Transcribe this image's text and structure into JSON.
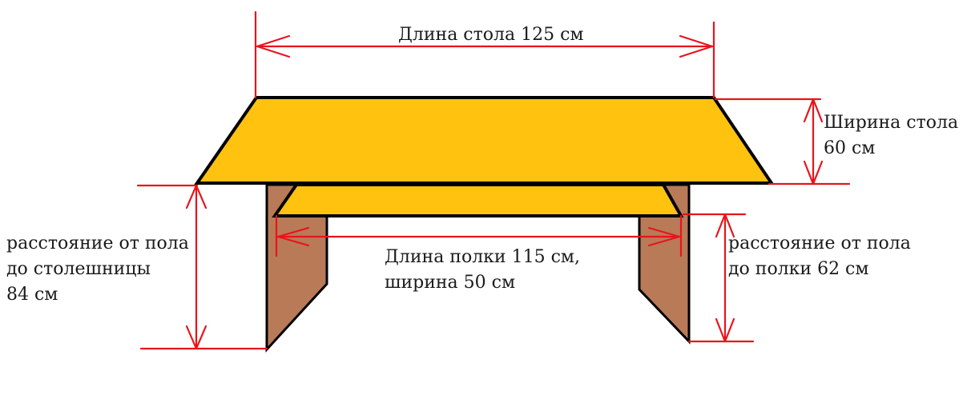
{
  "labels": {
    "table_length": "Длина стола 125 см",
    "table_width_line1": "Ширина стола",
    "table_width_line2": "60 см",
    "floor_to_top_line1": "расстояние от пола",
    "floor_to_top_line2": "до столешницы",
    "floor_to_top_line3": "84 см",
    "shelf_size_line1": "Длина полки 115 см,",
    "shelf_size_line2": "ширина 50 см",
    "floor_to_shelf_line1": "расстояние от пола",
    "floor_to_shelf_line2": "до полки 62 см"
  },
  "colors": {
    "tabletop": "#FFC20E",
    "shelf": "#FFC20E",
    "legs": "#B97A57",
    "outline": "#000000",
    "dimension": "#E8141C"
  }
}
